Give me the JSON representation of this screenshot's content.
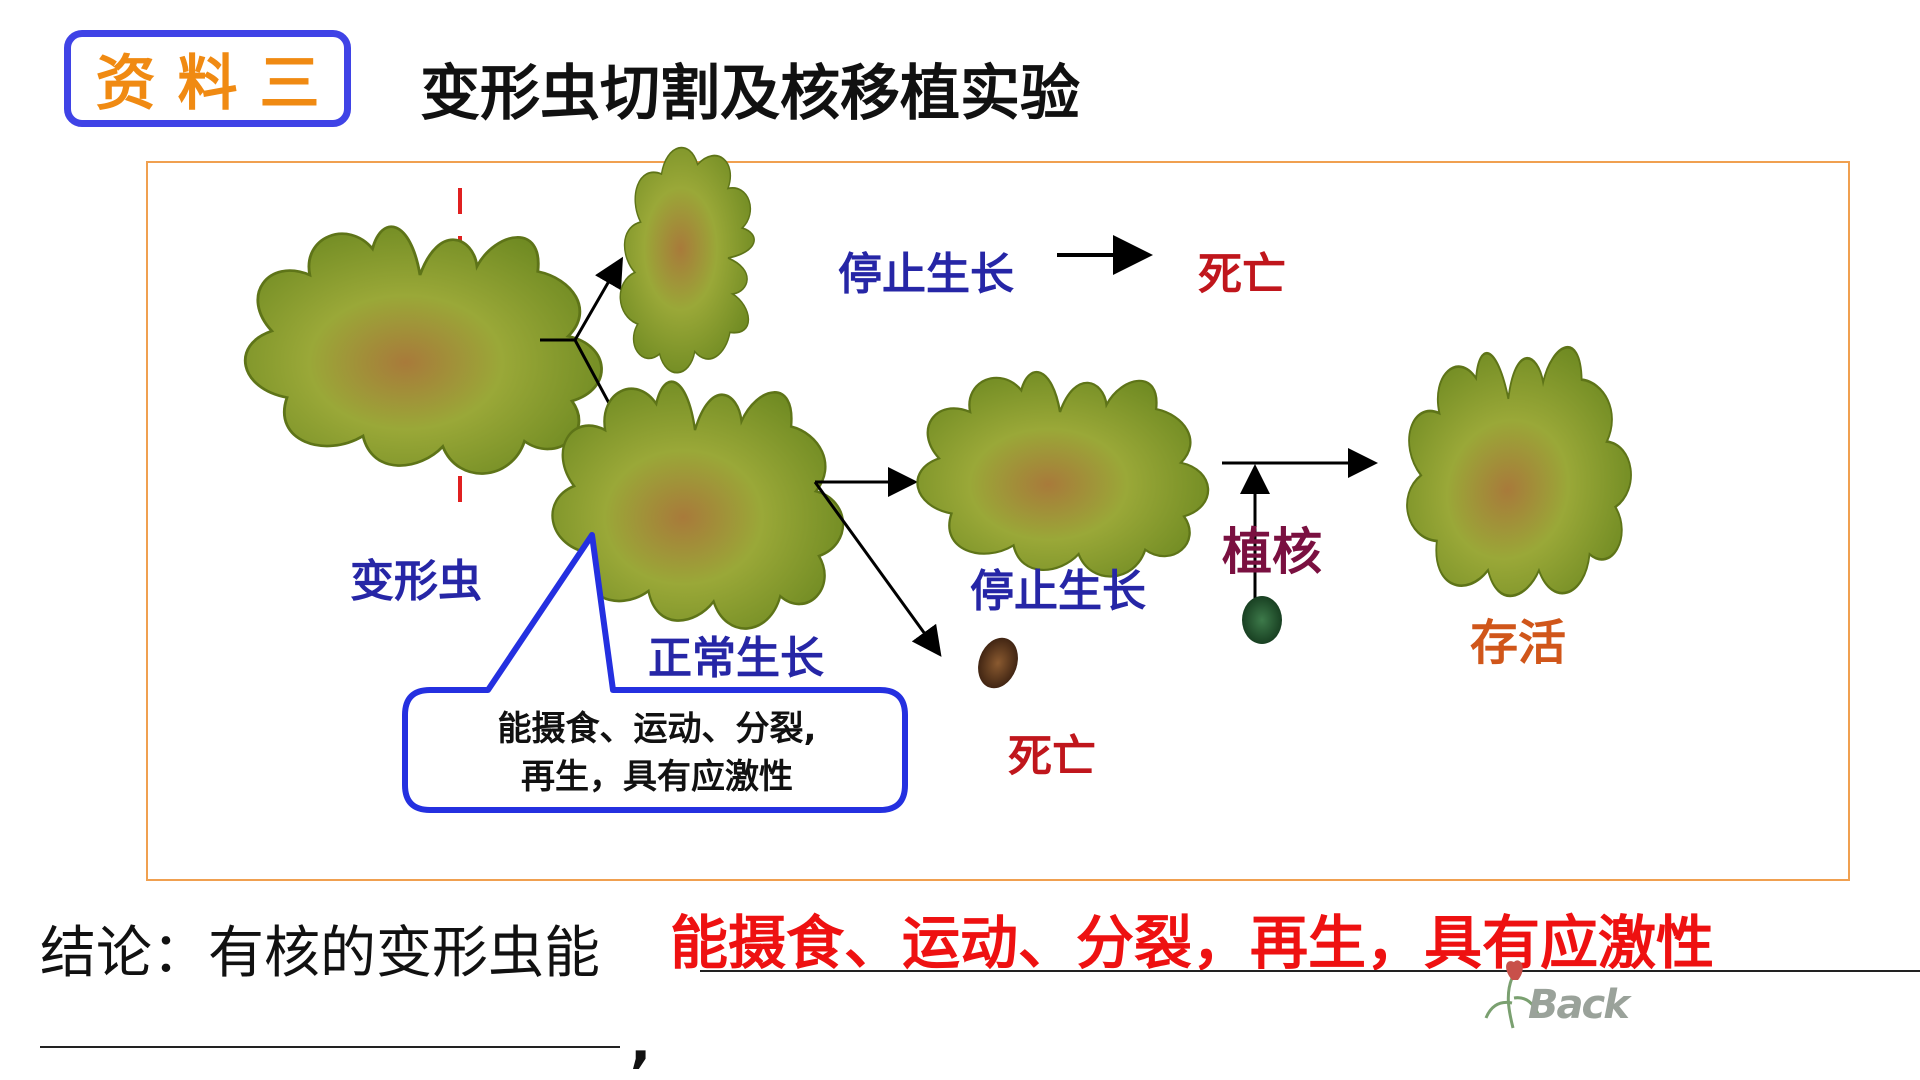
{
  "header": {
    "tag": "资料三",
    "title": "变形虫切割及核移植实验"
  },
  "figure": {
    "labels": {
      "amoeba": "变形虫",
      "stop_growth_top": "停止生长",
      "death_top": "死亡",
      "normal_growth": "正常生长",
      "stop_growth_mid": "停止生长",
      "transplant_nucleus": "植核",
      "survive": "存活",
      "death_bottom": "死亡"
    },
    "callout": {
      "line1": "能摄食、运动、分裂,",
      "line2": "再生，具有应激性"
    }
  },
  "conclusion": {
    "prefix": "结论：有核的变形虫能",
    "answer": "能摄食、运动、分裂，再生，具有应激性",
    "trailing_comma": ","
  },
  "footer": {
    "back_label": "Back"
  },
  "colors": {
    "tag_border": "#3f43e6",
    "tag_text": "#f08a12",
    "label_blue": "#2626a6",
    "label_red": "#c0161c",
    "answer_red": "#ee1111",
    "frame": "#f0a050"
  }
}
